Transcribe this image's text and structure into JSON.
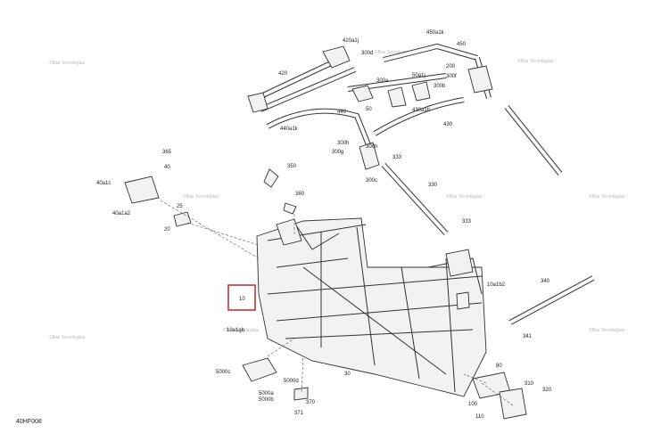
{
  "diagram": {
    "code": "40HF008",
    "watermark_text": "©Bas Tecnologías",
    "highlighted_label": "10",
    "labels": [
      "420a1j",
      "450a1k",
      "450",
      "300d",
      "420",
      "50a1j",
      "200",
      "300f",
      "300a",
      "300b",
      "440",
      "50",
      "430a1h",
      "440a1k",
      "430",
      "300h",
      "300h",
      "300g",
      "333",
      "365",
      "40",
      "40a1c",
      "350",
      "40a1a2",
      "300c",
      "330",
      "360",
      "25",
      "20",
      "333",
      "10a1b2",
      "340",
      "10",
      "10a1gb",
      "341",
      "5000c",
      "5000d",
      "5000a",
      "5000b",
      "370",
      "371",
      "30",
      "80",
      "310",
      "320",
      "100",
      "110"
    ],
    "colors": {
      "highlight": "#cc2222",
      "line": "#333333"
    }
  }
}
